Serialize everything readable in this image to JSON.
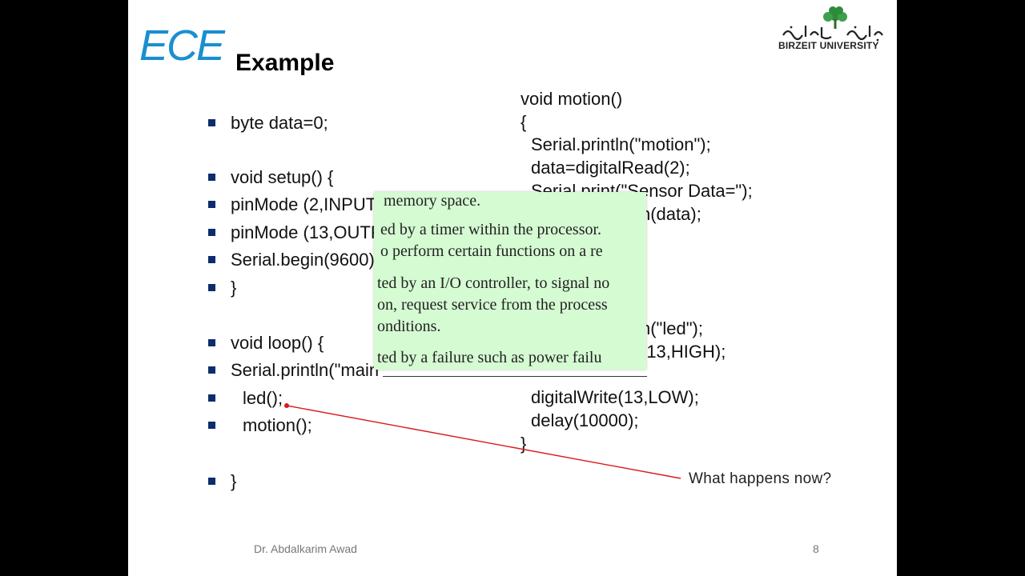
{
  "header": {
    "logo_text": "ECE",
    "title": "Example",
    "university": "BIRZEIT UNIVERSITY",
    "university_logo_icon": "birzeit-tree-logo",
    "university_arabic_text": "جامعة بيرزيت"
  },
  "left_code": [
    {
      "text": "byte data=0;",
      "indent": false
    },
    {
      "text": "void setup() {",
      "indent": false
    },
    {
      "text": "pinMode (2,INPUT",
      "indent": false
    },
    {
      "text": "pinMode (13,OUTP",
      "indent": false
    },
    {
      "text": "Serial.begin(9600)",
      "indent": false
    },
    {
      "text": "}",
      "indent": false
    },
    {
      "text": "void loop() {",
      "indent": false
    },
    {
      "text": "Serial.println(\"main",
      "indent": false
    },
    {
      "text": "led();",
      "indent": true
    },
    {
      "text": "motion();",
      "indent": true
    },
    {
      "text": "}",
      "indent": false
    }
  ],
  "right_code": [
    {
      "text": "void motion()",
      "indent": false
    },
    {
      "text": "{",
      "indent": false
    },
    {
      "text": "Serial.println(\"motion\");",
      "indent": true
    },
    {
      "text": "data=digitalRead(2);",
      "indent": true
    },
    {
      "text": "Serial.print(\"Sensor Data=\");",
      "indent": true
    },
    {
      "text": "n(data);",
      "indent": false
    },
    {
      "text": "n(\"led\");",
      "indent": false
    },
    {
      "text": "(13,HIGH);",
      "indent": false
    },
    {
      "text": "digitalWrite(13,LOW);",
      "indent": true
    },
    {
      "text": "delay(10000);",
      "indent": true
    },
    {
      "text": "}",
      "indent": false
    }
  ],
  "popup_lines": [
    "memory space.",
    "ed by a timer within the processor.",
    "o perform certain functions on a re",
    "ted by an I/O controller, to signal no",
    "on, request service from the process",
    "onditions.",
    "ted by a failure such as power failu"
  ],
  "annotation": "What happens now?",
  "footer": {
    "author": "Dr. Abdalkarim Awad",
    "page": "8"
  },
  "colors": {
    "logo_blue": "#1a8fd0",
    "bullet": "#0b2d6b",
    "popup_bg": "#d5fbd2",
    "arrow": "#d9191a"
  }
}
